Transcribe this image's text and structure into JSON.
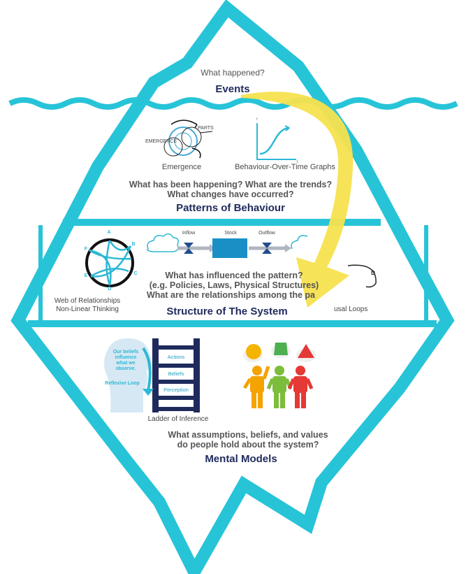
{
  "colors": {
    "iceberg_outline": "#27c4d8",
    "arrow": "#f7e24e",
    "title": "#1f2a5c",
    "accent": "#2db8d4",
    "ladder": "#1f2a5c"
  },
  "events": {
    "question": "What happened?",
    "title": "Events"
  },
  "patterns": {
    "emergence_label": "Emergence",
    "emergence_parts": "PARTS",
    "emergence_word": "EMERGENCE",
    "bot_label": "Behaviour-Over-Time Graphs",
    "question_line1": "What has been happening? What are the trends?",
    "question_line2": "What changes have occurred?",
    "title": "Patterns of Behaviour"
  },
  "structure": {
    "web_label_line1": "Web of Relationships",
    "web_label_line2": "Non-Linear Thinking",
    "web_nodes": [
      "A",
      "B",
      "C",
      "D",
      "E",
      "F"
    ],
    "inflow": "Inflow",
    "stock": "Stock",
    "outflow": "Outflow",
    "question_line1": "What has influenced the pattern?",
    "question_line2": "(e.g. Policies, Laws, Physical Structures)",
    "question_line3": "What are the relationships among the pa",
    "causal_loops_label": "usal Loops",
    "causal_node": "D",
    "title": "Structure of The System"
  },
  "mental": {
    "beliefs_text_line1": "Our beliefs",
    "beliefs_text_line2": "influence",
    "beliefs_text_line3": "what we",
    "beliefs_text_line4": "observe.",
    "reflexive_loop": "Reflexive Loop",
    "ladder_rungs": [
      "Actions",
      "Beliefs",
      "Perception"
    ],
    "ladder_label": "Ladder of Inference",
    "question_line1": "What assumptions, beliefs, and values",
    "question_line2": "do people hold about the system?",
    "title": "Mental Models"
  }
}
